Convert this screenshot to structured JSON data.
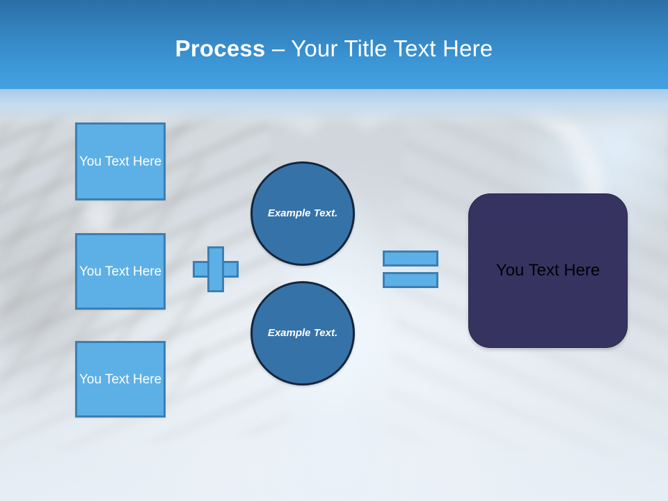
{
  "slide": {
    "title": {
      "bold_part": "Process",
      "rest_part": " – Your Title Text Here"
    },
    "header_color": "#3483bf",
    "accent_light_blue": "#5cb0e6",
    "accent_border_blue": "#3a7fb4",
    "circle_fill": "#3572a7",
    "circle_border": "#15253c",
    "result_fill": "#373361"
  },
  "input_boxes": [
    {
      "label": "You Text Here"
    },
    {
      "label": "You Text Here"
    },
    {
      "label": "You Text Here"
    }
  ],
  "operators": {
    "plus": "plus-sign",
    "equals": "equals-sign"
  },
  "circles": [
    {
      "label": "Example Text."
    },
    {
      "label": "Example Text."
    }
  ],
  "result": {
    "label": "You Text Here"
  }
}
